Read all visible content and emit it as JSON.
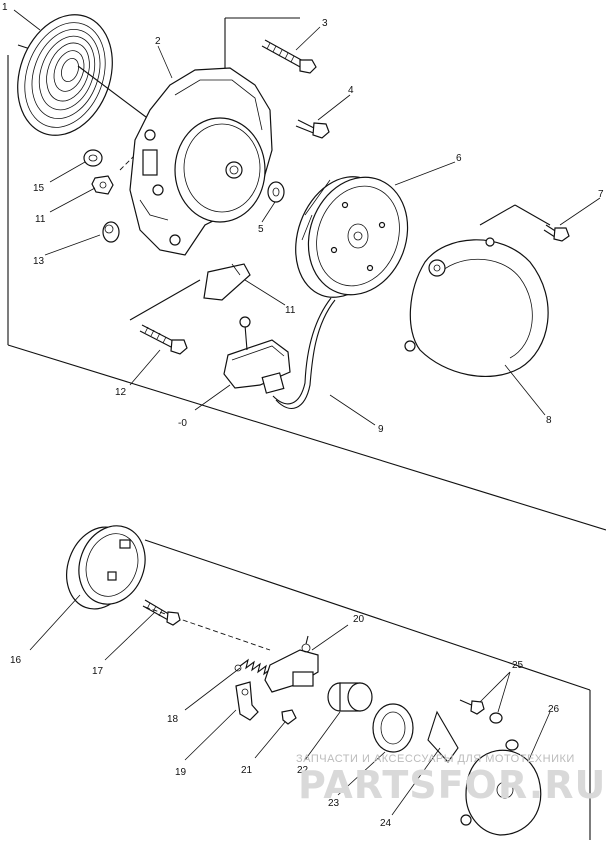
{
  "callouts": {
    "c1": "1",
    "c2": "2",
    "c3": "3",
    "c4": "4",
    "c5": "5",
    "c6": "6",
    "c7": "7",
    "c8": "8",
    "c9": "9",
    "c10": "-0",
    "c11a": "11",
    "c11b": "11",
    "c12": "12",
    "c13": "13",
    "c15": "15",
    "c16": "16",
    "c17": "17",
    "c18": "18",
    "c19": "19",
    "c20": "20",
    "c21": "21",
    "c22": "22",
    "c23": "23",
    "c24": "24",
    "c25": "25",
    "c26": "26"
  },
  "watermark": {
    "line1": "ЗАПЧАСТИ И АКСЕССУАРЫ ДЛЯ МОТОТЕХНИКИ",
    "line2": "PARTSFOR.RU"
  }
}
